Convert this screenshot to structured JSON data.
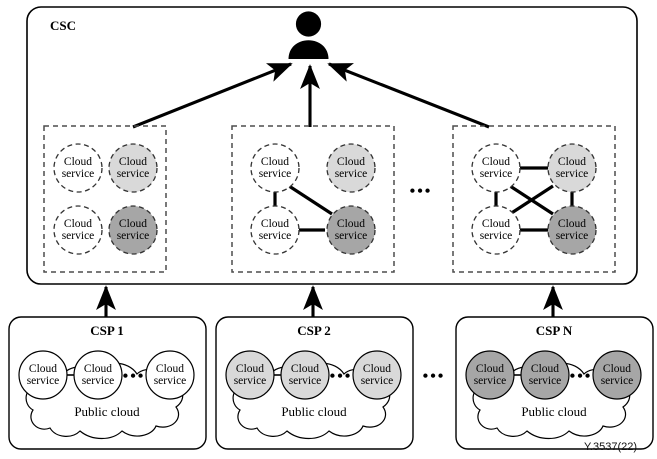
{
  "figure": {
    "id_caption": "Y.3537(22)",
    "consumer": {
      "label": "CSC",
      "icon": "person-icon"
    },
    "ellipsis": "•••",
    "service_label_line1": "Cloud",
    "service_label_line2": "service",
    "public_cloud_label": "Public cloud"
  },
  "colors": {
    "white": "#ffffff",
    "light_gray": "#d9d9d9",
    "mid_gray": "#a6a6a6",
    "stroke": "#000000",
    "dashed_stroke": "#4d4d4d",
    "page_bg": "#ffffff"
  },
  "csc_groups": [
    {
      "name": "group-1",
      "services": [
        {
          "pos": "top-left",
          "fill": "white",
          "dashed": true
        },
        {
          "pos": "top-right",
          "fill": "light_gray",
          "dashed": true
        },
        {
          "pos": "bottom-left",
          "fill": "white",
          "dashed": true
        },
        {
          "pos": "bottom-right",
          "fill": "mid_gray",
          "dashed": true
        }
      ],
      "links": []
    },
    {
      "name": "group-2",
      "services": [
        {
          "pos": "top-left",
          "fill": "white",
          "dashed": true
        },
        {
          "pos": "top-right",
          "fill": "light_gray",
          "dashed": true
        },
        {
          "pos": "bottom-left",
          "fill": "white",
          "dashed": true
        },
        {
          "pos": "bottom-right",
          "fill": "mid_gray",
          "dashed": true
        }
      ],
      "links": [
        "left-vertical",
        "diagonal-tl-br",
        "bottom-horizontal"
      ]
    },
    {
      "name": "group-n",
      "services": [
        {
          "pos": "top-left",
          "fill": "white",
          "dashed": true
        },
        {
          "pos": "top-right",
          "fill": "light_gray",
          "dashed": true
        },
        {
          "pos": "bottom-left",
          "fill": "white",
          "dashed": true
        },
        {
          "pos": "bottom-right",
          "fill": "mid_gray",
          "dashed": true
        }
      ],
      "links": [
        "top-horizontal",
        "bottom-horizontal",
        "left-vertical",
        "right-vertical",
        "diagonal-tl-br",
        "diagonal-bl-tr"
      ]
    }
  ],
  "providers": [
    {
      "name": "csp-1",
      "label": "CSP 1",
      "cloud_label": "Public cloud",
      "service_fill": "white",
      "services": [
        "Cloud service",
        "Cloud service",
        "Cloud service"
      ],
      "inner_ellipsis": "•••"
    },
    {
      "name": "csp-2",
      "label": "CSP 2",
      "cloud_label": "Public cloud",
      "service_fill": "light_gray",
      "services": [
        "Cloud service",
        "Cloud service",
        "Cloud service"
      ],
      "inner_ellipsis": "•••"
    },
    {
      "name": "csp-n",
      "label": "CSP N",
      "cloud_label": "Public cloud",
      "service_fill": "mid_gray",
      "services": [
        "Cloud service",
        "Cloud service",
        "Cloud service"
      ],
      "inner_ellipsis": "•••"
    }
  ],
  "arrows": {
    "to_consumer": [
      "group-1-to-csc",
      "group-2-to-csc",
      "group-n-to-csc"
    ],
    "provider_to_csc": [
      "csp-1-to-csc",
      "csp-2-to-csc",
      "csp-n-to-csc"
    ]
  }
}
